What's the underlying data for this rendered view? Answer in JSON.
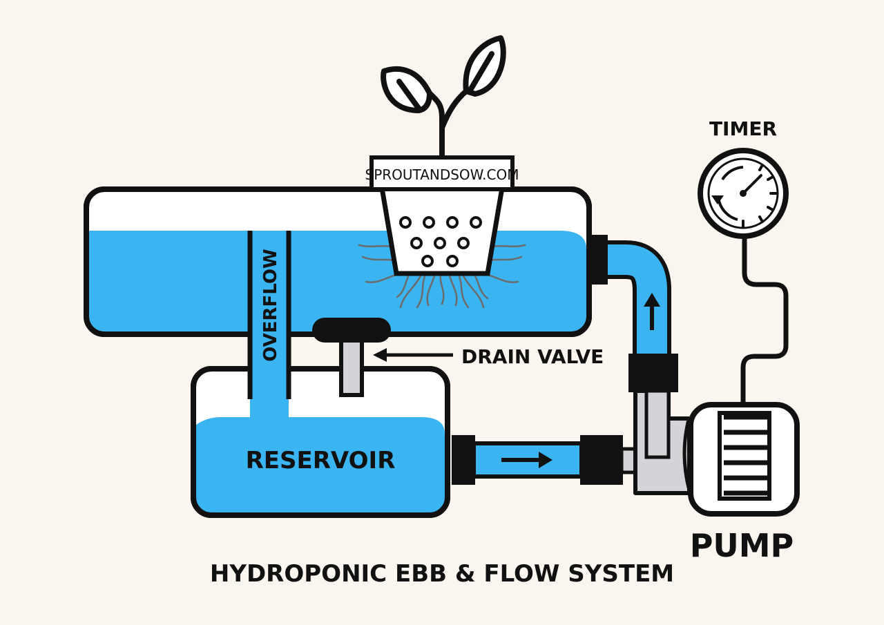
{
  "diagram": {
    "title": "HYDROPONIC EBB & FLOW SYSTEM",
    "brand": "SPROUTANDSOW.COM",
    "labels": {
      "timer": "TIMER",
      "overflow": "OVERFLOW",
      "drain_valve": "DRAIN VALVE",
      "reservoir": "RESERVOIR",
      "pump": "PUMP"
    }
  },
  "colors": {
    "background": "#faf6ef",
    "water": "#3bb4f2",
    "outline": "#111111",
    "pipe_gray": "#d3d3d8",
    "tank_white": "#ffffff",
    "root": "#6b6b6b"
  },
  "icons": [
    "plant-icon",
    "timer-clock-icon",
    "pump-motor-icon",
    "arrow-right-icon",
    "arrow-up-icon",
    "arrow-left-icon"
  ]
}
